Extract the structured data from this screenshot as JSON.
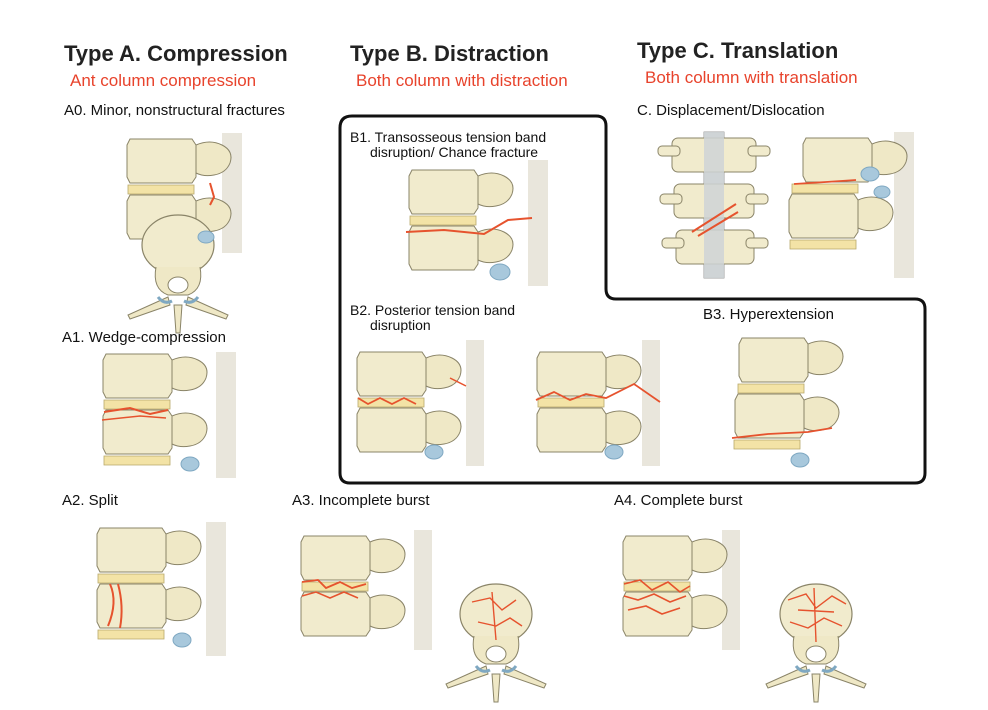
{
  "columns": {
    "a": {
      "title": "Type A.  Compression",
      "subtitle": "Ant column compression"
    },
    "b": {
      "title": "Type B. Distraction",
      "subtitle": "Both column with distraction"
    },
    "c": {
      "title": "Type C. Translation",
      "subtitle": "Both column with translation"
    }
  },
  "labels": {
    "a0": "A0. Minor, nonstructural fractures",
    "a1": "A1. Wedge-compression",
    "a2": "A2. Split",
    "a3": "A3. Incomplete burst",
    "a4": "A4. Complete burst",
    "b1_line1": "B1. Transosseous tension  band",
    "b1_line2": "disruption/ Chance fracture",
    "b2_line1": "B2. Posterior tension   band",
    "b2_line2": "disruption",
    "b3": "B3. Hyperextension",
    "c": "C. Displacement/Dislocation"
  },
  "colors": {
    "title": "#222222",
    "subtitle": "#e8432c",
    "bone": "#f1ebcd",
    "bone_outline": "#8a8468",
    "disc": "#f3e3a6",
    "fracture": "#e6532e",
    "ligament": "#7fa8c2",
    "frame": "#111111"
  }
}
